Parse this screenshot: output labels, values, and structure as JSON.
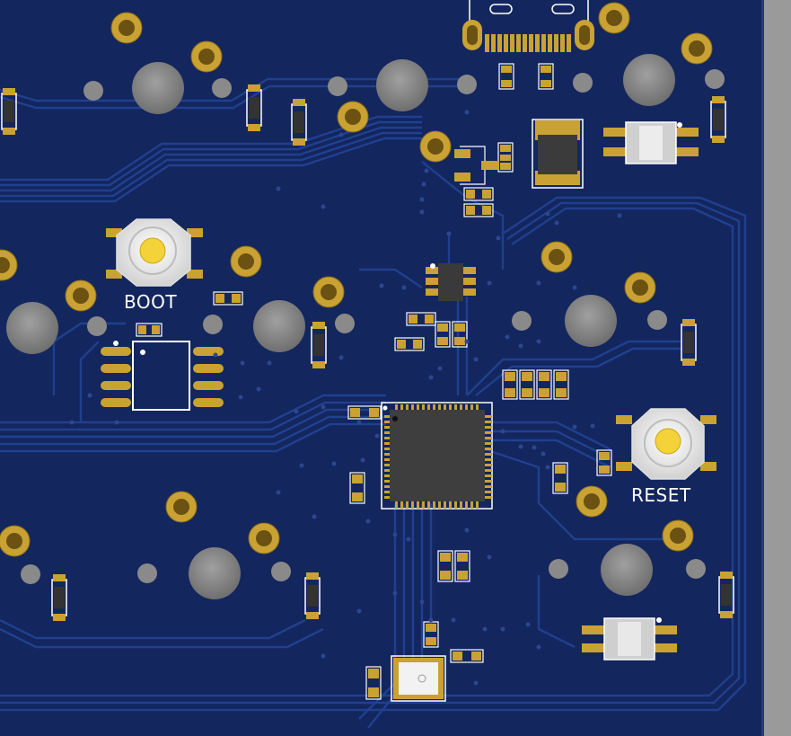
{
  "board": {
    "silkscreen_labels": {
      "boot": "BOOT",
      "reset": "RESET"
    },
    "colors": {
      "substrate": "#13265e",
      "trace": "#1f3a86",
      "copper_pad": "#c8a032",
      "silkscreen": "#ffffff",
      "ic_body": "#3a3a3a",
      "hole": "#8e8e8e",
      "edge": "#9a9a9a"
    },
    "components": [
      "usb-c-connector",
      "mcu-qfp64",
      "flash-ic-soic8",
      "small-ic-soic8",
      "power-regulator",
      "boot-button",
      "reset-button",
      "rgb-led-top",
      "rgb-led-bottom",
      "crystal-oscillator"
    ]
  }
}
